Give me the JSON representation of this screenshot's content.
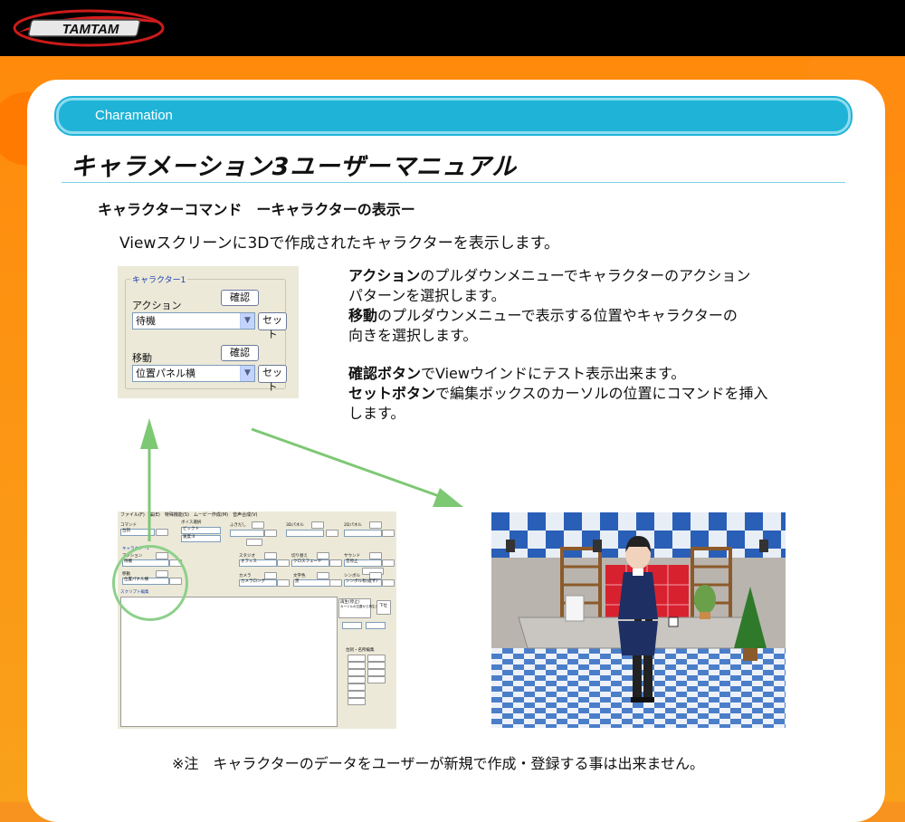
{
  "header": {
    "logo_text": "TAMTAM"
  },
  "banner": {
    "label": "Charamation"
  },
  "page": {
    "title": "キャラメーション3ユーザーマニュアル",
    "section": "キャラクターコマンド　ーキャラクターの表示ー",
    "intro": "Viewスクリーンに3Dで作成されたキャラクターを表示します。",
    "note": "※注　キャラクターのデータをユーザーが新規で作成・登録する事は出来ません。"
  },
  "descriptions": [
    {
      "bold": "アクション",
      "text": "のプルダウンメニューでキャラクターのアクション"
    },
    {
      "bold": "",
      "text": "パターンを選択します。"
    },
    {
      "bold": "移動",
      "text": "のプルダウンメニューで表示する位置やキャラクターの"
    },
    {
      "bold": "",
      "text": "向きを選択します。"
    },
    {
      "bold": "確認ボタン",
      "text": "でViewウインドにテスト表示出来ます。"
    },
    {
      "bold": "セットボタン",
      "text": "で編集ボックスのカーソルの位置にコマンドを挿入"
    },
    {
      "bold": "",
      "text": "します。"
    }
  ],
  "form": {
    "group_label": "キャラクター1",
    "action_label": "アクション",
    "action_value": "待機",
    "move_label": "移動",
    "move_value": "位置パネル横",
    "confirm_label": "確認",
    "set_label": "セット",
    "dropdown_icon": "chevron-down-icon"
  },
  "app_screenshot": {
    "menu": "ファイル(F)　編(E)　特殊機能(S)　ムービー作成(M)　音声合成(V)",
    "labels": [
      "コマンド",
      "ボイス選択",
      "ふきだし",
      "3Dパネル",
      "2Dパネル",
      "キャラクター1",
      "アクション",
      "移動",
      "スタジオ",
      "切り替え",
      "サウンド",
      "カメラ",
      "文字色",
      "シンボル",
      "スクリプト編集",
      "再生(停止)",
      "カーソルの位置から再生します",
      "下位",
      "台詞・名所編集"
    ],
    "values": [
      "台詞",
      "ビックト",
      "速度:0",
      "待機",
      "位置パネル横",
      "オフィス",
      "クロスフェード",
      "音停止",
      "カメラロング",
      "黒",
      "シンボル有(返す)"
    ]
  },
  "colors": {
    "banner": "#1fb3d8",
    "banner_border": "#8fdcef",
    "arrow": "#7dc873",
    "background": "#f7931e"
  }
}
